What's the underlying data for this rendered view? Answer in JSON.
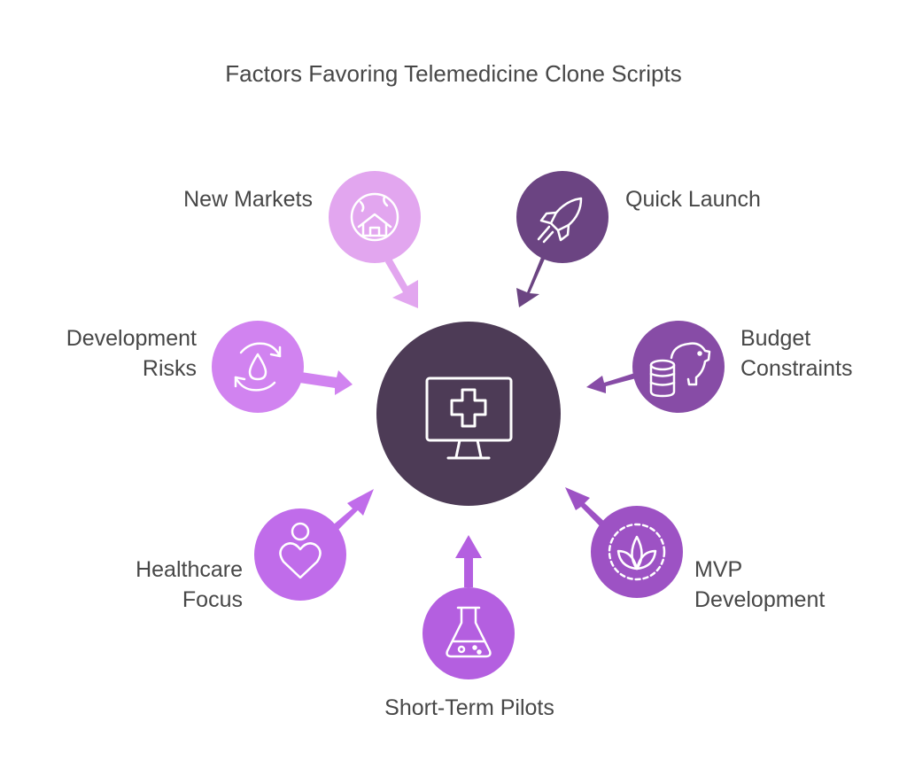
{
  "title": "Factors Favoring Telemedicine Clone Scripts",
  "colors": {
    "hub": "#4d3b56",
    "new_markets": "#e2a6ef",
    "quick_launch": "#6b4482",
    "budget_constraints": "#874ca6",
    "mvp_development": "#9d52c4",
    "short_term_pilots": "#b45fe0",
    "healthcare_focus": "#c06cea",
    "development_risks": "#d183f0",
    "icon_stroke": "#ffffff"
  },
  "hub": {
    "icon": "monitor-medical-cross-icon"
  },
  "factors": [
    {
      "id": "new-markets",
      "lines": [
        "New Markets"
      ],
      "icon": "globe-house-icon"
    },
    {
      "id": "quick-launch",
      "lines": [
        "Quick Launch"
      ],
      "icon": "rocket-icon"
    },
    {
      "id": "budget-constraints",
      "lines": [
        "Budget",
        "Constraints"
      ],
      "icon": "piggy-bank-coins-icon"
    },
    {
      "id": "mvp-development",
      "lines": [
        "MVP",
        "Development"
      ],
      "icon": "sprout-icon"
    },
    {
      "id": "short-term-pilots",
      "lines": [
        "Short-Term Pilots"
      ],
      "icon": "flask-icon"
    },
    {
      "id": "healthcare-focus",
      "lines": [
        "Healthcare",
        "Focus"
      ],
      "icon": "person-heart-icon"
    },
    {
      "id": "development-risks",
      "lines": [
        "Development",
        "Risks"
      ],
      "icon": "cycle-drop-icon"
    }
  ]
}
